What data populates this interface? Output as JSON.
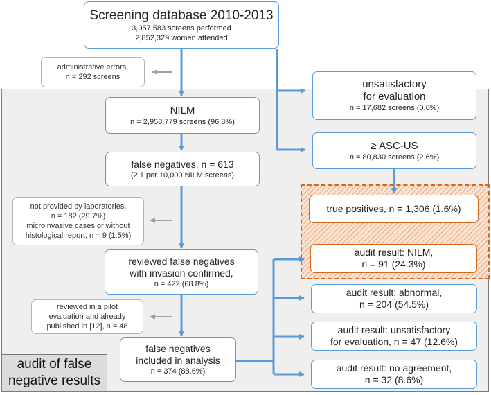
{
  "database": {
    "title": "Screening database 2010-2013",
    "line1": "3,057,583 screens performed",
    "line2": "2,852,329 women attended"
  },
  "admin_errors": {
    "line1": "administrative errors,",
    "line2": "n = 292 screens"
  },
  "unsatisfactory": {
    "line1": "unsatisfactory",
    "line2": "for evaluation",
    "line3": "n = 17,682 screens (0.6%)"
  },
  "nilm": {
    "line1": "NILM",
    "line2": "n = 2,958,779 screens (96.8%)"
  },
  "ascus": {
    "line1": "≥ ASC-US",
    "line2": "n = 80,830 screens (2.6%)"
  },
  "false_negatives": {
    "line1": "false negatives, n = 613",
    "line2": "(2.1 per 10,000 NILM screens)"
  },
  "not_provided": {
    "line1": "not provided by laboratories,",
    "line2": "n = 182 (29.7%)",
    "line3": "microinvasive cases or without",
    "line4": "histological report, n = 9 (1.5%)"
  },
  "true_positives": {
    "line1": "true positives, n = 1,306 (1.6%)"
  },
  "reviewed_fn": {
    "line1": "reviewed false negatives",
    "line2": "with invasion confirmed,",
    "line3": "n = 422 (68.8%)"
  },
  "audit_nilm": {
    "line1": "audit result: NILM,",
    "line2": "n = 91 (24.3%)"
  },
  "audit_abnormal": {
    "line1": "audit result: abnormal,",
    "line2": "n = 204 (54.5%)"
  },
  "pilot": {
    "line1": "reviewed in a pilot",
    "line2": "evaluation and already",
    "line3": "published in [12], n = 48"
  },
  "audit_unsat": {
    "line1": "audit result: unsatisfactory",
    "line2": "for evaluation, n = 47 (12.6%)"
  },
  "fn_included": {
    "line1": "false negatives",
    "line2": "included in analysis",
    "line3": "n = 374 (88.6%)"
  },
  "audit_noagree": {
    "line1": "audit result: no agreement,",
    "line2": "n = 32 (8.6%)"
  },
  "audit_label": {
    "line1": "audit of false",
    "line2": "negative results"
  },
  "colors": {
    "flow_blue": "#5b9bd5",
    "accent_orange": "#d2691e",
    "note_arrow_gray": "#a0a0a0",
    "region_gray": "#efefef"
  }
}
